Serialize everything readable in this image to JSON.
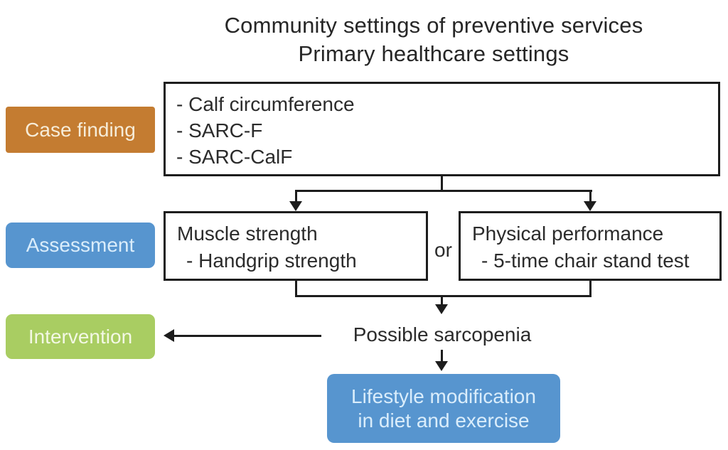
{
  "title": {
    "line1": "Community settings of preventive services",
    "line2": "Primary healthcare settings"
  },
  "stages": {
    "case_finding": {
      "label": "Case finding",
      "color": "#c47c31"
    },
    "assessment": {
      "label": "Assessment",
      "color": "#5795cf"
    },
    "intervention": {
      "label": "Intervention",
      "color": "#a9cd62"
    }
  },
  "flow": {
    "screening_box": {
      "items": [
        "- Calf circumference",
        "- SARC-F",
        "- SARC-CalF"
      ]
    },
    "muscle_box": {
      "title": "Muscle strength",
      "item": "- Handgrip strength"
    },
    "or_label": "or",
    "performance_box": {
      "title": "Physical performance",
      "item": "- 5-time chair stand test"
    },
    "outcome_label": "Possible sarcopenia",
    "lifestyle_box": {
      "line1": "Lifestyle modification",
      "line2": "in diet and exercise",
      "color": "#5795cf"
    }
  },
  "colors": {
    "line": "#1d1d1d",
    "text": "#2b2b2b",
    "background": "#ffffff",
    "case_finding_text": "#f6ecd8",
    "assessment_text": "#daedfb",
    "intervention_text": "#f3f8e4"
  }
}
